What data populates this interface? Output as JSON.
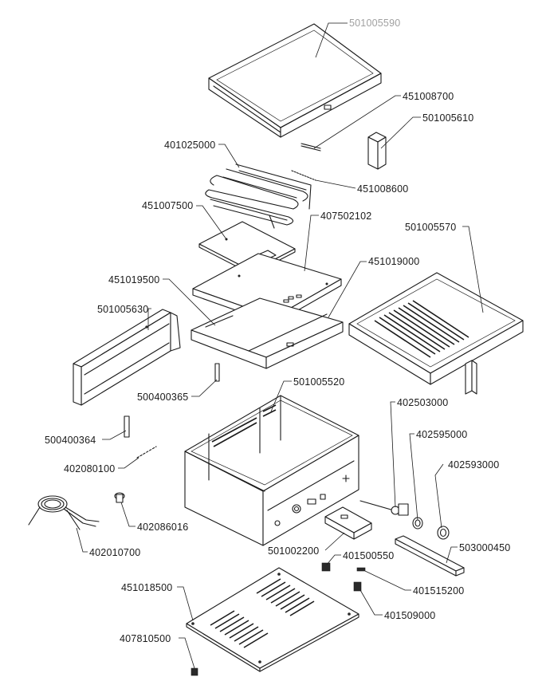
{
  "parts": [
    {
      "id": "p-501005590",
      "label": "501005590",
      "color": "#a0a0a0"
    },
    {
      "id": "p-451008700",
      "label": "451008700"
    },
    {
      "id": "p-501005610",
      "label": "501005610"
    },
    {
      "id": "p-401025000",
      "label": "401025000"
    },
    {
      "id": "p-451008600",
      "label": "451008600"
    },
    {
      "id": "p-451007500",
      "label": "451007500"
    },
    {
      "id": "p-407502102",
      "label": "407502102"
    },
    {
      "id": "p-501005570",
      "label": "501005570"
    },
    {
      "id": "p-451019000",
      "label": "451019000"
    },
    {
      "id": "p-451019500",
      "label": "451019500"
    },
    {
      "id": "p-501005630",
      "label": "501005630"
    },
    {
      "id": "p-500400365",
      "label": "500400365"
    },
    {
      "id": "p-501005520",
      "label": "501005520"
    },
    {
      "id": "p-402503000",
      "label": "402503000"
    },
    {
      "id": "p-402595000",
      "label": "402595000"
    },
    {
      "id": "p-402593000",
      "label": "402593000"
    },
    {
      "id": "p-500400364",
      "label": "500400364"
    },
    {
      "id": "p-402080100",
      "label": "402080100"
    },
    {
      "id": "p-402086016",
      "label": "402086016"
    },
    {
      "id": "p-402010700",
      "label": "402010700"
    },
    {
      "id": "p-501002200",
      "label": "501002200"
    },
    {
      "id": "p-401500550",
      "label": "401500550"
    },
    {
      "id": "p-503000450",
      "label": "503000450"
    },
    {
      "id": "p-401515200",
      "label": "401515200"
    },
    {
      "id": "p-451018500",
      "label": "451018500"
    },
    {
      "id": "p-401509000",
      "label": "401509000"
    },
    {
      "id": "p-407810500",
      "label": "407810500"
    }
  ]
}
